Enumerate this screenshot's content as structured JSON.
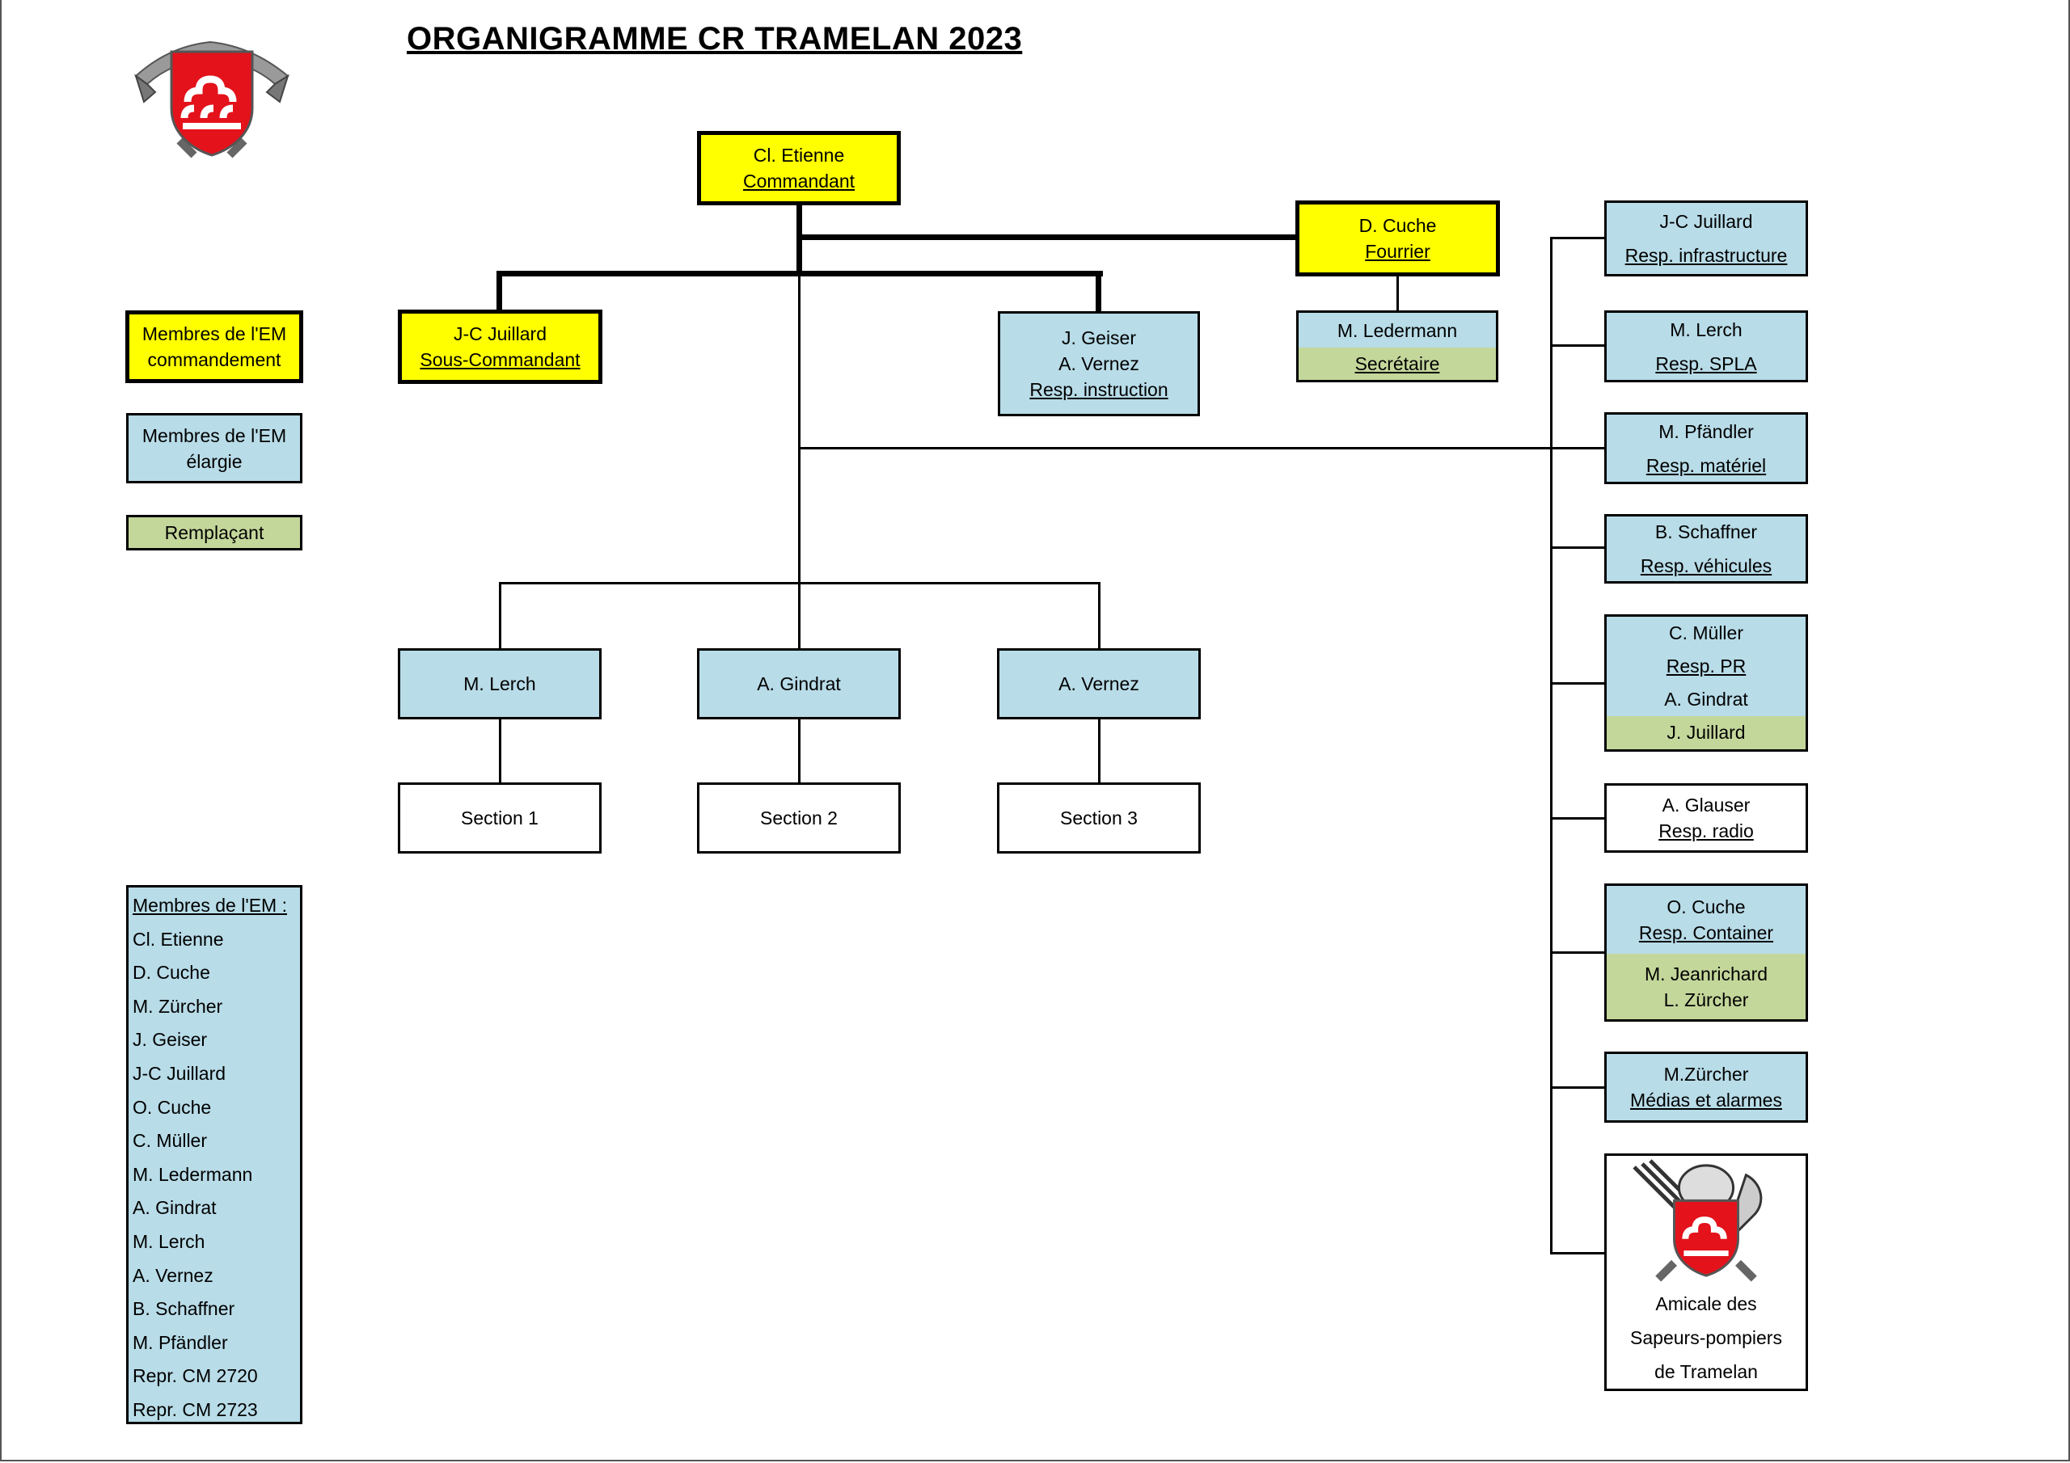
{
  "title": "ORGANIGRAMME CR TRAMELAN 2023",
  "logo_icon": "fire-brigade-crest-icon",
  "commandant": {
    "name": "Cl. Etienne",
    "role": "Commandant"
  },
  "fourrier": {
    "name": "D. Cuche",
    "role": "Fourrier"
  },
  "sous_commandant": {
    "name": "J-C Juillard",
    "role": "Sous-Commandant"
  },
  "instruction": {
    "names": [
      "J. Geiser",
      "A. Vernez"
    ],
    "role": "Resp. instruction"
  },
  "secretaire": {
    "name": "M. Ledermann",
    "role": "Secrétaire"
  },
  "legend": {
    "em_commandement": [
      "Membres de l'EM",
      "commandement"
    ],
    "em_elargie": [
      "Membres de l'EM",
      "élargie"
    ],
    "remplacant": "Remplaçant"
  },
  "sections": [
    {
      "leader": "M. Lerch",
      "section": "Section 1"
    },
    {
      "leader": "A. Gindrat",
      "section": "Section 2"
    },
    {
      "leader": "A. Vernez",
      "section": "Section 3"
    }
  ],
  "resp": {
    "infrastructure": {
      "name": "J-C Juillard",
      "role": "Resp. infrastructure"
    },
    "spla": {
      "name": "M. Lerch",
      "role": "Resp. SPLA"
    },
    "materiel": {
      "name": "M. Pfändler",
      "role": "Resp. matériel"
    },
    "vehicules": {
      "name": "B. Schaffner",
      "role": "Resp. véhicules"
    },
    "pr": {
      "name": "C. Müller",
      "role": "Resp. PR",
      "deputy": "A. Gindrat",
      "substitute": "J. Juillard"
    },
    "radio": {
      "name": "A. Glauser",
      "role": "Resp. radio"
    },
    "container": {
      "name": "O. Cuche",
      "role": "Resp. Container",
      "substitutes": [
        "M. Jeanrichard",
        "L. Zürcher"
      ]
    },
    "medias": {
      "name": "M.Zürcher",
      "role": "Médias et alarmes"
    }
  },
  "amicale": {
    "icon": "amicale-crest-icon",
    "lines": [
      "Amicale des",
      "Sapeurs-pompiers",
      "de Tramelan"
    ]
  },
  "members": {
    "heading": "Membres de l'EM :",
    "items": [
      "Cl. Etienne",
      "D. Cuche",
      "M. Zürcher",
      "J. Geiser",
      "J-C Juillard",
      "O. Cuche",
      "C. Müller",
      "M. Ledermann",
      "A. Gindrat",
      "M. Lerch",
      "A. Vernez",
      "B. Schaffner",
      "M. Pfändler",
      "Repr. CM 2720",
      "Repr. CM 2723"
    ]
  },
  "colors": {
    "commandement": "#ffff00",
    "elargie": "#b8dce8",
    "remplacant": "#c4d79b"
  }
}
